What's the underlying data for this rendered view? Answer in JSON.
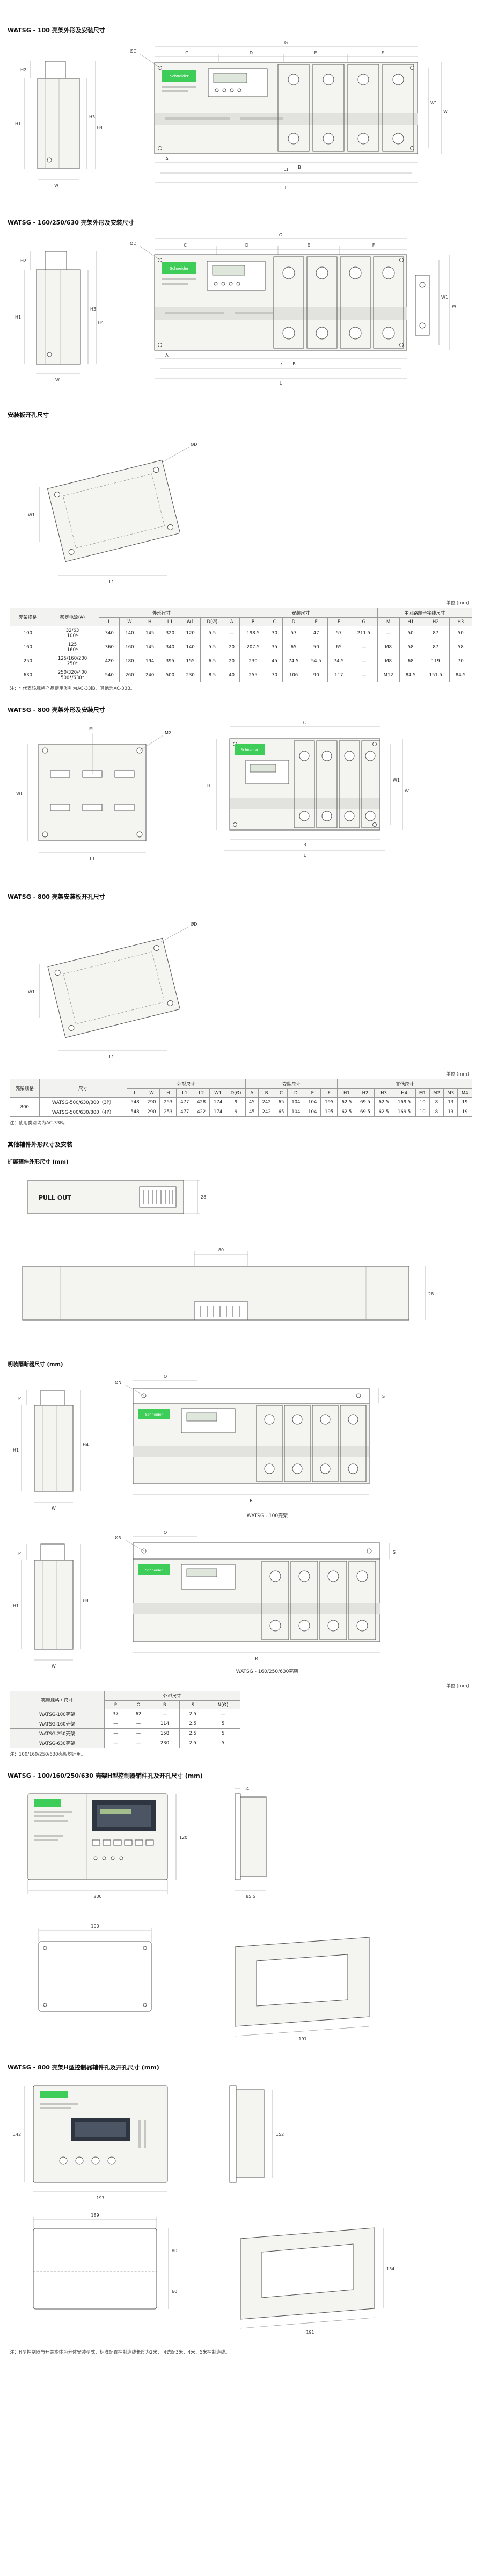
{
  "page": {
    "unit_note": "单位 (mm)"
  },
  "brand": {
    "name": "Schneider",
    "color": "#3dcd58"
  },
  "dims": {
    "L": "L",
    "W": "W",
    "H": "H",
    "L1": "L1",
    "L2": "L2",
    "W1": "W1",
    "OD": "ØD",
    "ON": "ØN",
    "A": "A",
    "B": "B",
    "C": "C",
    "D": "D",
    "E": "E",
    "F": "F",
    "G": "G",
    "H1": "H1",
    "H2": "H2",
    "H3": "H3",
    "H4": "H4",
    "M1": "M1",
    "M2": "M2",
    "P": "P",
    "O": "O",
    "R": "R",
    "S": "S"
  },
  "sections": {
    "s100": "WATSG - 100 壳架外形及安装尺寸",
    "s160": "WATSG - 160/250/630 壳架外形及安装尺寸",
    "splate": "安装板开孔尺寸",
    "s800": "WATSG - 800 壳架外形及安装尺寸",
    "s800plate": "WATSG - 800 壳架安装板开孔尺寸",
    "sacc": "其他辅件外形尺寸及安装",
    "sext": "扩展辅件外形尺寸 (mm)",
    "siso": "明装隔断器尺寸 (mm)",
    "sctrl_small": "WATSG - 100/160/250/630 壳架H型控制器辅件孔及开孔尺寸 (mm)",
    "sctrl_800": "WATSG - 800 壳架H型控制器辅件孔及开孔尺寸 (mm)"
  },
  "table1": {
    "groups": {
      "frame": "壳架规格",
      "current": "额定电流(A)",
      "outline": "外形尺寸",
      "install": "安装尺寸",
      "terminal": "主回路端子接线尺寸"
    },
    "cols": [
      "L",
      "W",
      "H",
      "L1",
      "W1",
      "D(Ø)",
      "A",
      "B",
      "C",
      "D",
      "E",
      "F",
      "G",
      "M",
      "H1",
      "H2",
      "H3"
    ],
    "rows": [
      {
        "frame": "100",
        "current": "32/63\n100*",
        "v": [
          "340",
          "140",
          "145",
          "320",
          "120",
          "5.5",
          "—",
          "198.5",
          "30",
          "57",
          "47",
          "57",
          "211.5",
          "—",
          "50",
          "87",
          "50"
        ]
      },
      {
        "frame": "160",
        "current": "125\n160*",
        "v": [
          "360",
          "160",
          "145",
          "340",
          "140",
          "5.5",
          "20",
          "207.5",
          "35",
          "65",
          "50",
          "65",
          "—",
          "M8",
          "58",
          "87",
          "58"
        ]
      },
      {
        "frame": "250",
        "current": "125/160/200\n250*",
        "v": [
          "420",
          "180",
          "194",
          "395",
          "155",
          "6.5",
          "20",
          "230",
          "45",
          "74.5",
          "54.5",
          "74.5",
          "—",
          "M8",
          "68",
          "119",
          "70"
        ]
      },
      {
        "frame": "630",
        "current": "250/320/400\n500*/630*",
        "v": [
          "540",
          "260",
          "240",
          "500",
          "230",
          "8.5",
          "40",
          "255",
          "70",
          "106",
          "90",
          "117",
          "—",
          "M12",
          "84.5",
          "151.5",
          "84.5"
        ]
      }
    ],
    "note": "注：* 代表该规格产品使用类别为AC-33iB，其他为AC-33B。"
  },
  "table2": {
    "groups": {
      "frame": "壳架规格",
      "size": "尺寸",
      "outline": "外形尺寸",
      "install": "安装尺寸",
      "other": "其他尺寸"
    },
    "cols": [
      "L",
      "W",
      "H",
      "L1",
      "L2",
      "W1",
      "D(Ø)",
      "A",
      "B",
      "C",
      "D",
      "E",
      "F",
      "H1",
      "H2",
      "H3",
      "H4",
      "M1",
      "M2",
      "M3",
      "M4"
    ],
    "frame": "800",
    "rows": [
      {
        "name": "WATSG-500/630/800（3P）",
        "v": [
          "548",
          "290",
          "253",
          "477",
          "428",
          "174",
          "9",
          "45",
          "242",
          "65",
          "104",
          "104",
          "195",
          "62.5",
          "69.5",
          "62.5",
          "169.5",
          "10",
          "8",
          "13",
          "19"
        ]
      },
      {
        "name": "WATSG-500/630/800（4P）",
        "v": [
          "548",
          "290",
          "253",
          "477",
          "422",
          "174",
          "9",
          "45",
          "242",
          "65",
          "104",
          "104",
          "195",
          "62.5",
          "69.5",
          "62.5",
          "169.5",
          "10",
          "8",
          "13",
          "19"
        ]
      }
    ],
    "note": "注：使用类别均为AC-33B。"
  },
  "table3": {
    "corner": "壳架规格 \\ 尺寸",
    "group": "外型尺寸",
    "cols": [
      "P",
      "O",
      "R",
      "S",
      "N(Ø)"
    ],
    "rows": [
      {
        "name": "WATSG-100壳架",
        "v": [
          "37",
          "62",
          "—",
          "2.5",
          "—"
        ]
      },
      {
        "name": "WATSG-160壳架",
        "v": [
          "—",
          "—",
          "114",
          "2.5",
          "5"
        ]
      },
      {
        "name": "WATSG-250壳架",
        "v": [
          "—",
          "—",
          "158",
          "2.5",
          "5"
        ]
      },
      {
        "name": "WATSG-630壳架",
        "v": [
          "—",
          "—",
          "230",
          "2.5",
          "5"
        ]
      }
    ],
    "note": "注：100/160/250/630壳架均适用。"
  },
  "figs": {
    "pull": {
      "label": "PULL OUT",
      "d28a": "28",
      "d80": "80",
      "d28b": "28"
    },
    "iso": {
      "captions": [
        "WATSG - 100壳架",
        "WATSG - 160/250/630壳架"
      ]
    },
    "ctrl_small": {
      "w": "200",
      "h": "120",
      "depth": "85.5",
      "lip": "14",
      "cut_w": "190",
      "cut_w2": "191"
    },
    "ctrl_800": {
      "h": "142",
      "w": "197",
      "depth": "152",
      "cut_w": "189",
      "cut_h1": "80",
      "cut_h2": "60",
      "cut_d": "134",
      "cut_w2": "191"
    }
  },
  "final_note": "注：H型控制器与开关本体为分体安装型式，标准配置控制连线长度为2米，可选配3米、4米、5米控制连线。"
}
